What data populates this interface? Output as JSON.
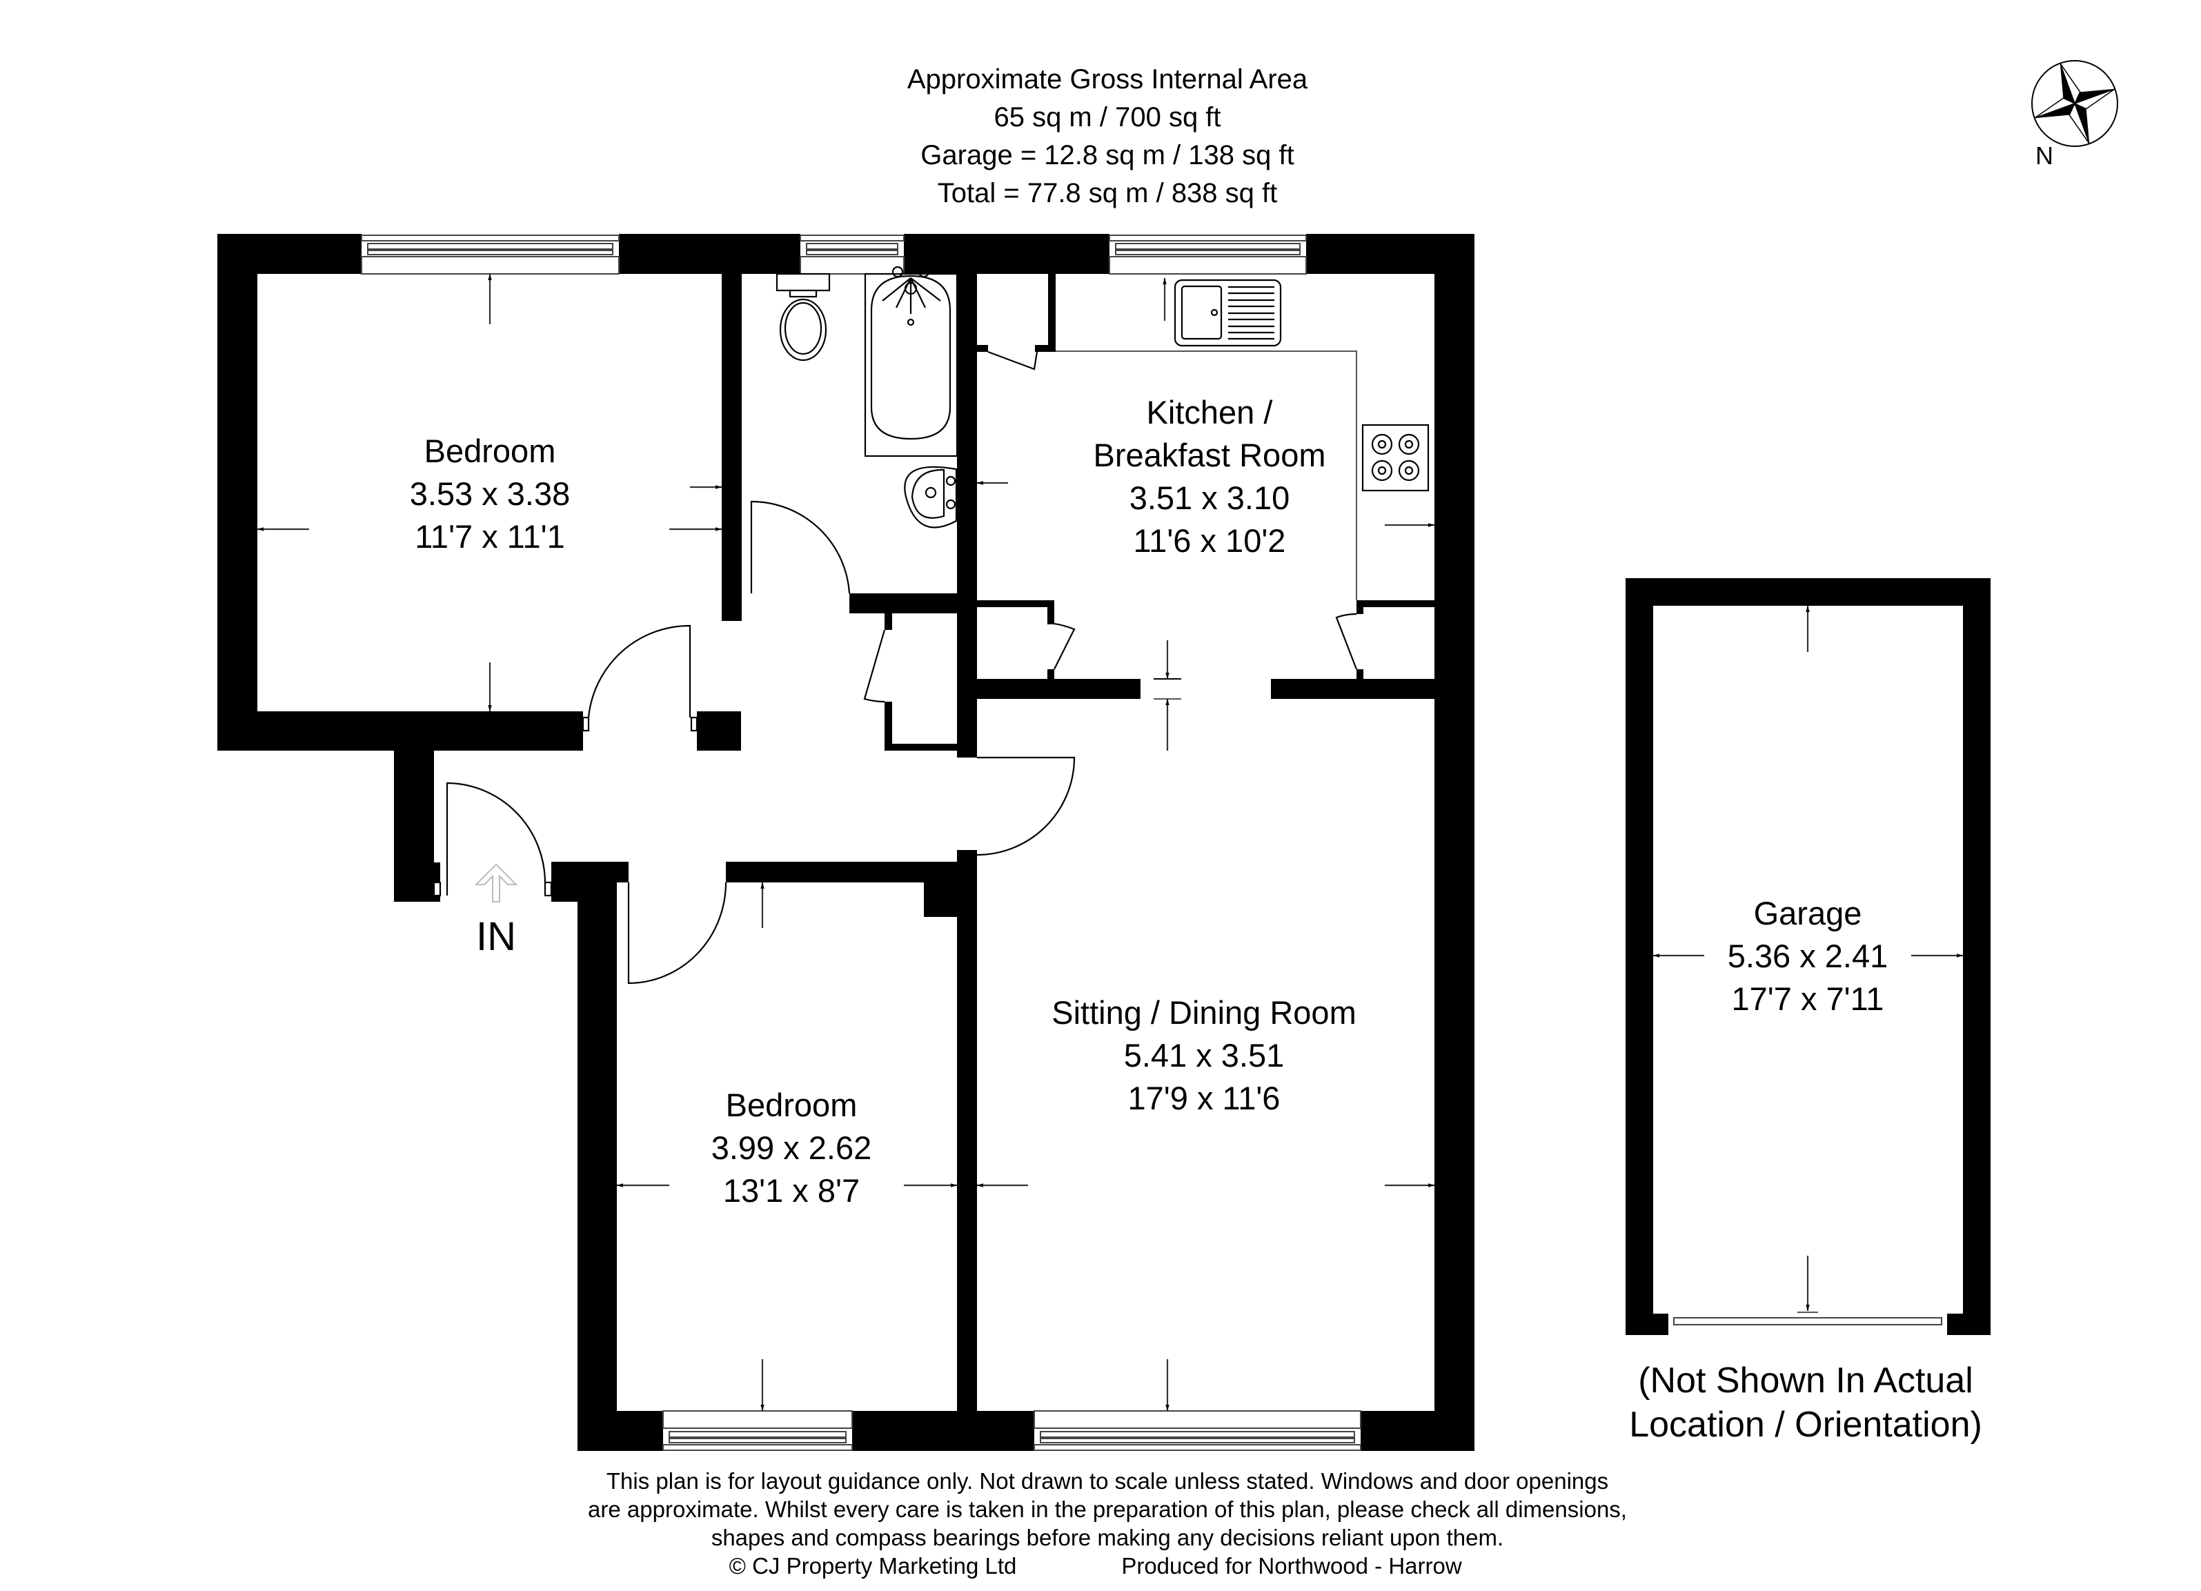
{
  "header": {
    "line1": "Approximate Gross Internal Area",
    "line2": "65 sq m / 700 sq ft",
    "line3": "Garage = 12.8 sq m / 138 sq ft",
    "line4": "Total = 77.8 sq m / 838 sq ft"
  },
  "areas": {
    "internal": {
      "sq_m": 65,
      "sq_ft": 700
    },
    "garage": {
      "sq_m": 12.8,
      "sq_ft": 138
    },
    "total": {
      "sq_m": 77.8,
      "sq_ft": 838
    }
  },
  "compass": {
    "label": "N",
    "icon": "compass-rose-icon"
  },
  "rooms": {
    "bedroom1": {
      "name": "Bedroom",
      "metric": "3.53 x 3.38",
      "imperial": "11'7 x 11'1"
    },
    "kitchen": {
      "name_line1": "Kitchen /",
      "name_line2": "Breakfast Room",
      "metric": "3.51 x 3.10",
      "imperial": "11'6 x 10'2"
    },
    "sitting": {
      "name": "Sitting / Dining Room",
      "metric": "5.41 x 3.51",
      "imperial": "17'9 x 11'6"
    },
    "bedroom2": {
      "name": "Bedroom",
      "metric": "3.99 x 2.62",
      "imperial": "13'1 x 8'7"
    },
    "garage": {
      "name": "Garage",
      "metric": "5.36 x 2.41",
      "imperial": "17'7 x 7'11"
    }
  },
  "entrance": {
    "label": "IN"
  },
  "garage_caption": {
    "line1": "(Not Shown In Actual",
    "line2": "Location / Orientation)"
  },
  "disclaimer": {
    "line1": "This plan is for layout guidance only. Not drawn to scale unless stated. Windows and door openings",
    "line2": "are approximate. Whilst every care is taken in the preparation of this plan, please check all dimensions,",
    "line3": "shapes and compass bearings before making any decisions reliant upon them.",
    "copyright": "© CJ Property Marketing Ltd",
    "produced_for": "Produced for Northwood - Harrow"
  },
  "colors": {
    "walls": "#000000",
    "background": "#ffffff",
    "entry_arrow": "#bbbbbb"
  }
}
